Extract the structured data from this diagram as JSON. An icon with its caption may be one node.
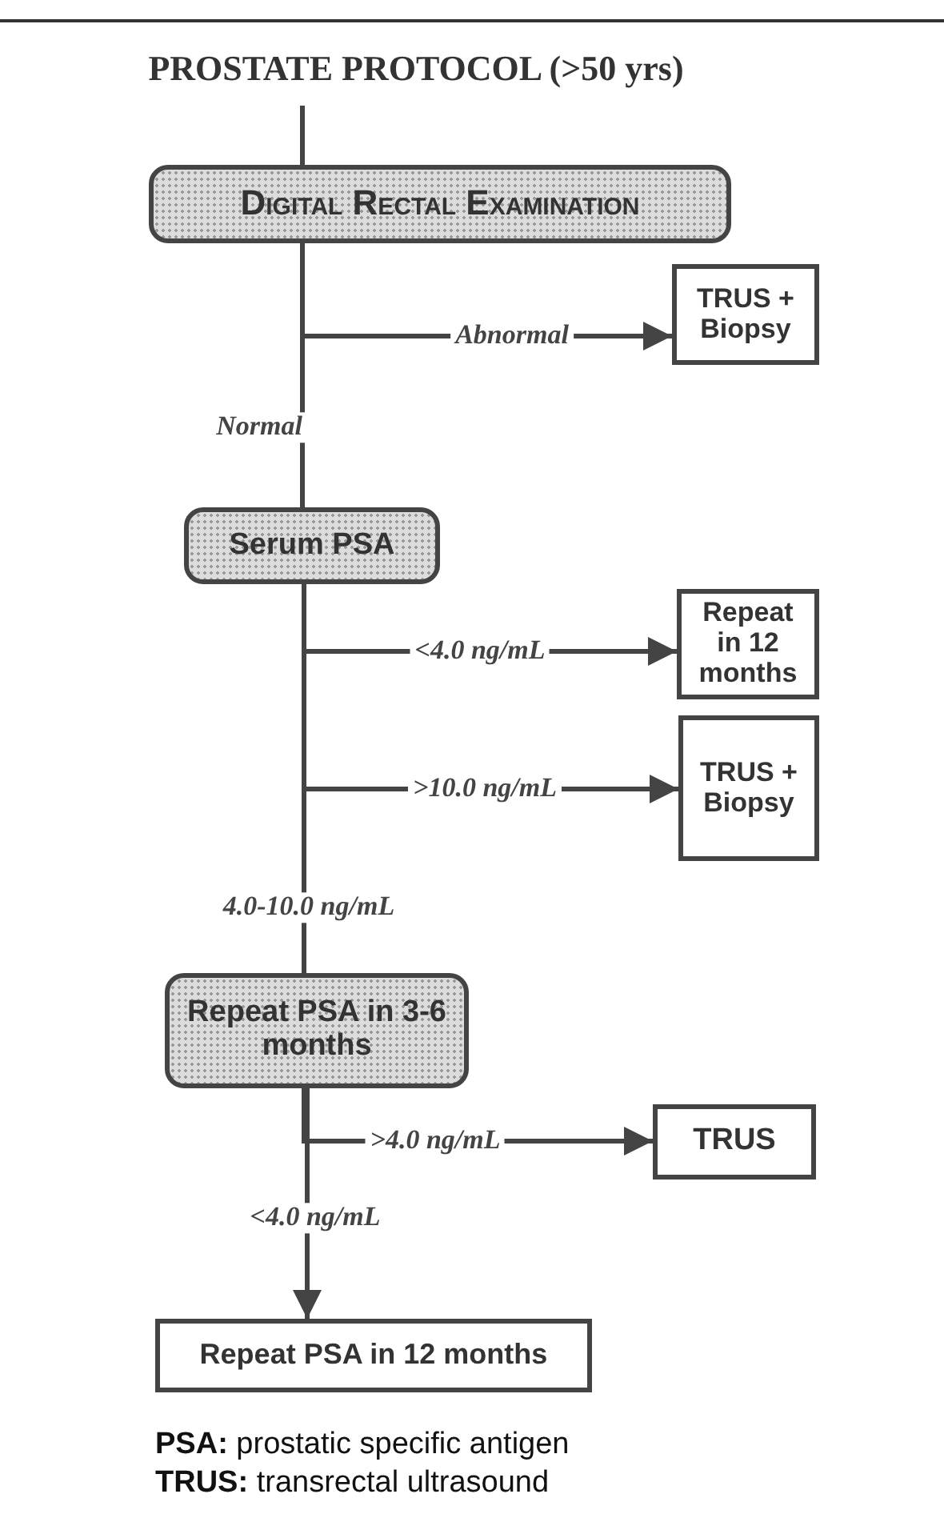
{
  "diagram": {
    "title": "PROSTATE PROTOCOL (>50 yrs)",
    "nodes": [
      {
        "text": [
          "Digital Rectal Examination"
        ]
      },
      {
        "text": [
          "TRUS + Biopsy"
        ]
      },
      {
        "text": [
          "Serum PSA"
        ]
      },
      {
        "text": [
          "Repeat in 12 months"
        ]
      },
      {
        "text": [
          "TRUS + Biopsy"
        ]
      },
      {
        "text": [
          "Repeat PSA in 3-6 months"
        ]
      },
      {
        "text": [
          "TRUS"
        ]
      },
      {
        "text": [
          "Repeat PSA in 12 months"
        ]
      }
    ],
    "edges": [
      {
        "from": null,
        "to": 0,
        "arrow": "none"
      },
      {
        "from": 0,
        "to": 1,
        "arrow": "to",
        "label": "Abnormal"
      },
      {
        "from": 0,
        "to": 2,
        "arrow": "none",
        "label": "Normal"
      },
      {
        "from": 2,
        "to": 3,
        "arrow": "to",
        "label": "<4.0 ng/mL"
      },
      {
        "from": 2,
        "to": 4,
        "arrow": "to",
        "label": ">10.0 ng/mL"
      },
      {
        "from": 2,
        "to": 5,
        "arrow": "none",
        "label": "4.0-10.0 ng/mL"
      },
      {
        "from": 5,
        "to": 6,
        "arrow": "to",
        "label": ">4.0 ng/mL"
      },
      {
        "from": 5,
        "to": 7,
        "arrow": "to",
        "label": "<4.0 ng/mL"
      }
    ],
    "labels": [
      "**PSA:** prostatic specific antigen",
      "**TRUS:** transrectal ultrasound"
    ]
  }
}
